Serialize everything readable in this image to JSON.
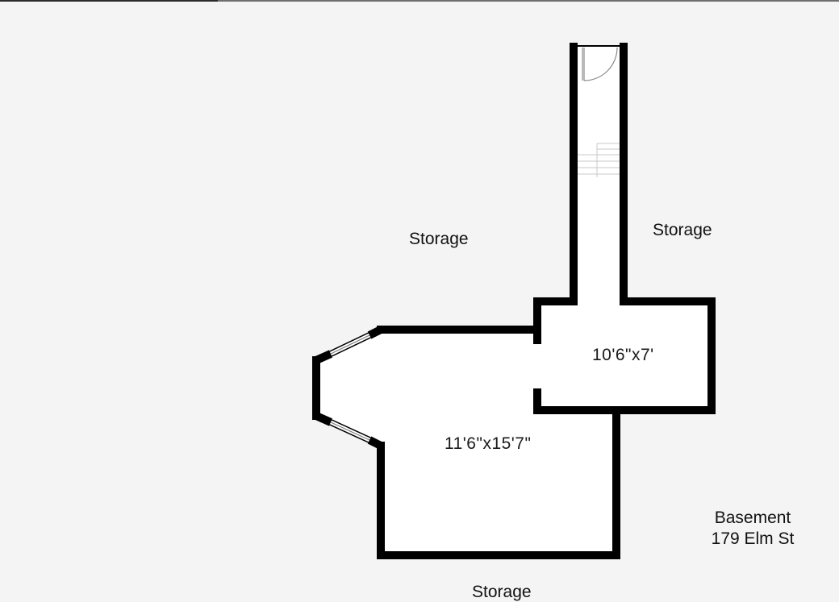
{
  "labels": {
    "storage_top_left": "Storage",
    "storage_top_right": "Storage",
    "storage_bottom": "Storage"
  },
  "rooms": {
    "small_room": "10'6\"x7'",
    "main_room": "11'6\"x15'7\""
  },
  "floor": {
    "name": "Basement",
    "address": "179 Elm St"
  },
  "colors": {
    "background": "#f4f4f4",
    "wall": "#000000",
    "room_fill": "#ffffff"
  }
}
